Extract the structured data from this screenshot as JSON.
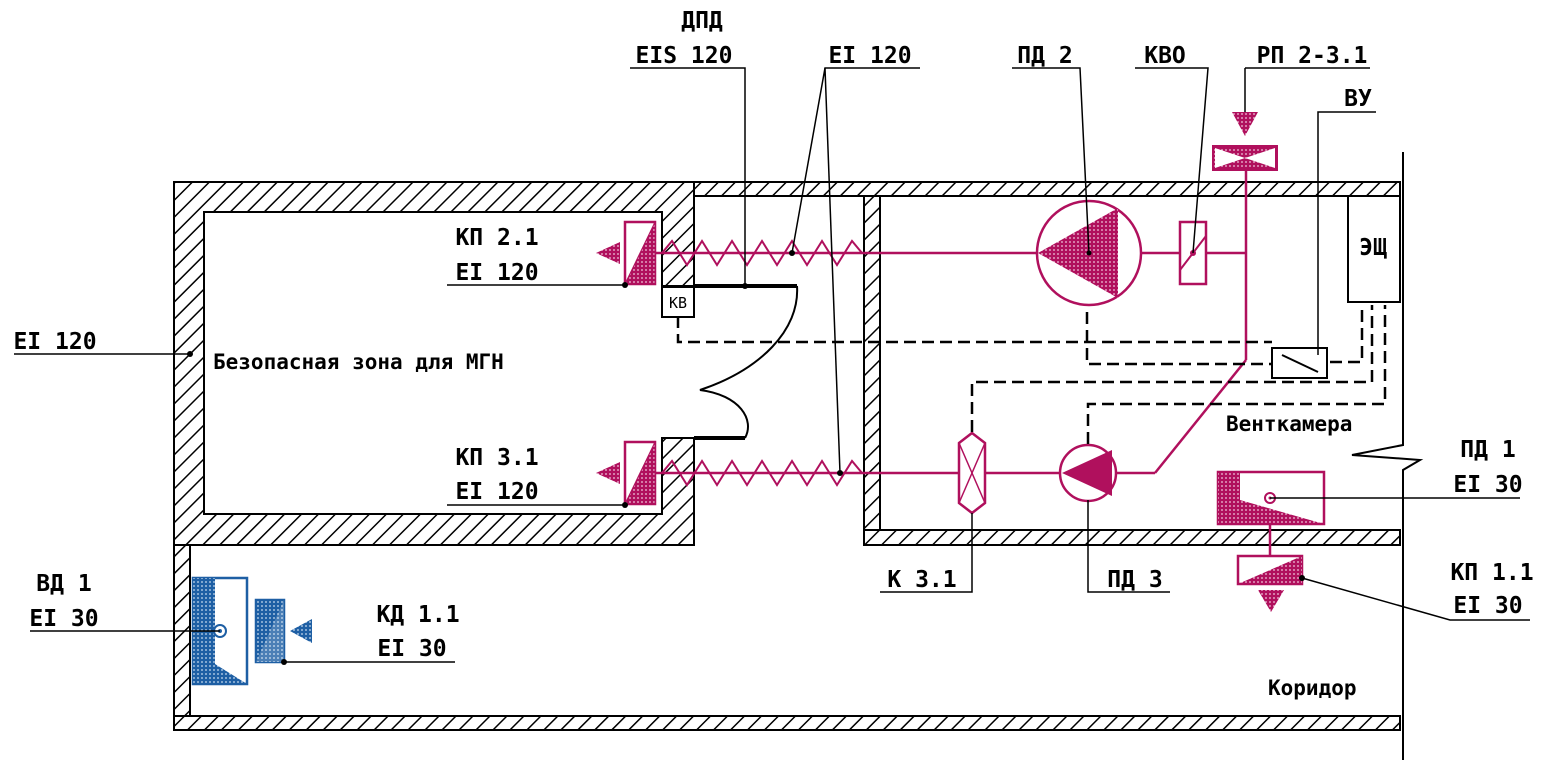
{
  "colors": {
    "supply": "#b0105d",
    "smoke": "#1e5fa4",
    "wall_line": "#000000",
    "background": "#ffffff"
  },
  "rooms": {
    "safe_zone": "Безопасная зона для МГН",
    "vent_chamber": "Венткамера",
    "corridor": "Коридор"
  },
  "labels": {
    "dpd": "ДПД",
    "dpd_rating": "EIS 120",
    "duct_rating": "EI 120",
    "pd2": "ПД 2",
    "kvo": "КВО",
    "rp": "РП 2-3.1",
    "vu": "ВУ",
    "kp21": "КП 2.1",
    "kp21_rating": "EI 120",
    "kp31": "КП 3.1",
    "kp31_rating": "EI 120",
    "wall_rating": "EI 120",
    "vd1": "ВД 1",
    "vd1_rating": "EI 30",
    "kd11": "КД 1.1",
    "kd11_rating": "EI 30",
    "k31": "К 3.1",
    "pd3": "ПД 3",
    "pd1": "ПД 1",
    "pd1_rating": "EI 30",
    "kp11": "КП 1.1",
    "kp11_rating": "EI 30",
    "eshch": "ЭЩ",
    "kv": "КВ"
  }
}
